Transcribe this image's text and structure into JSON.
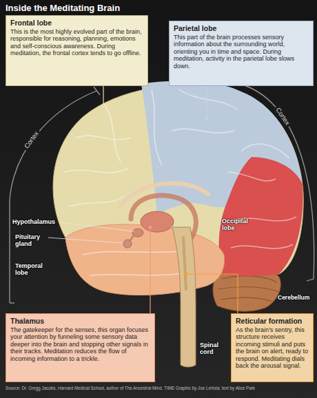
{
  "diagram": {
    "title": "Inside the Meditating Brain",
    "caption": "Source: Dr. Gregg Jacobs, Harvard Medical School, author of The Ancestral Mind. TIME Graphic by Joe Lertola; text by Alice Park",
    "nodes": [
      {
        "text": [
          "Frontal lobe",
          "This is the most highly evolved part of the brain, responsible for reasoning, planning, emotions and self-conscious awareness. During meditation, the frontal cortex tends to go offline."
        ]
      },
      {
        "text": [
          "Parietal lobe",
          "This part of the brain processes sensory information about the surrounding world, orienting you in time and space. During meditation, activity in the parietal lobe slows down."
        ]
      },
      {
        "text": [
          "Thalamus",
          "The gatekeeper for the senses, this organ focuses your attention by funneling some sensory data deeper into the brain and stopping other signals in their tracks. Meditation reduces the flow of incoming information to a trickle."
        ]
      },
      {
        "text": [
          "Reticular formation",
          "As the brain’s sentry, this structure receives incoming stimuli and puts the brain on alert, ready to respond. Meditating dials back the arousal signal."
        ]
      }
    ],
    "labels": [
      "Cortex",
      "Cortex",
      "Hypothalamus",
      "Pituitary gland",
      "Occipital lobe",
      "Temporal lobe",
      "Cerebellum",
      "Spinal cord"
    ]
  }
}
